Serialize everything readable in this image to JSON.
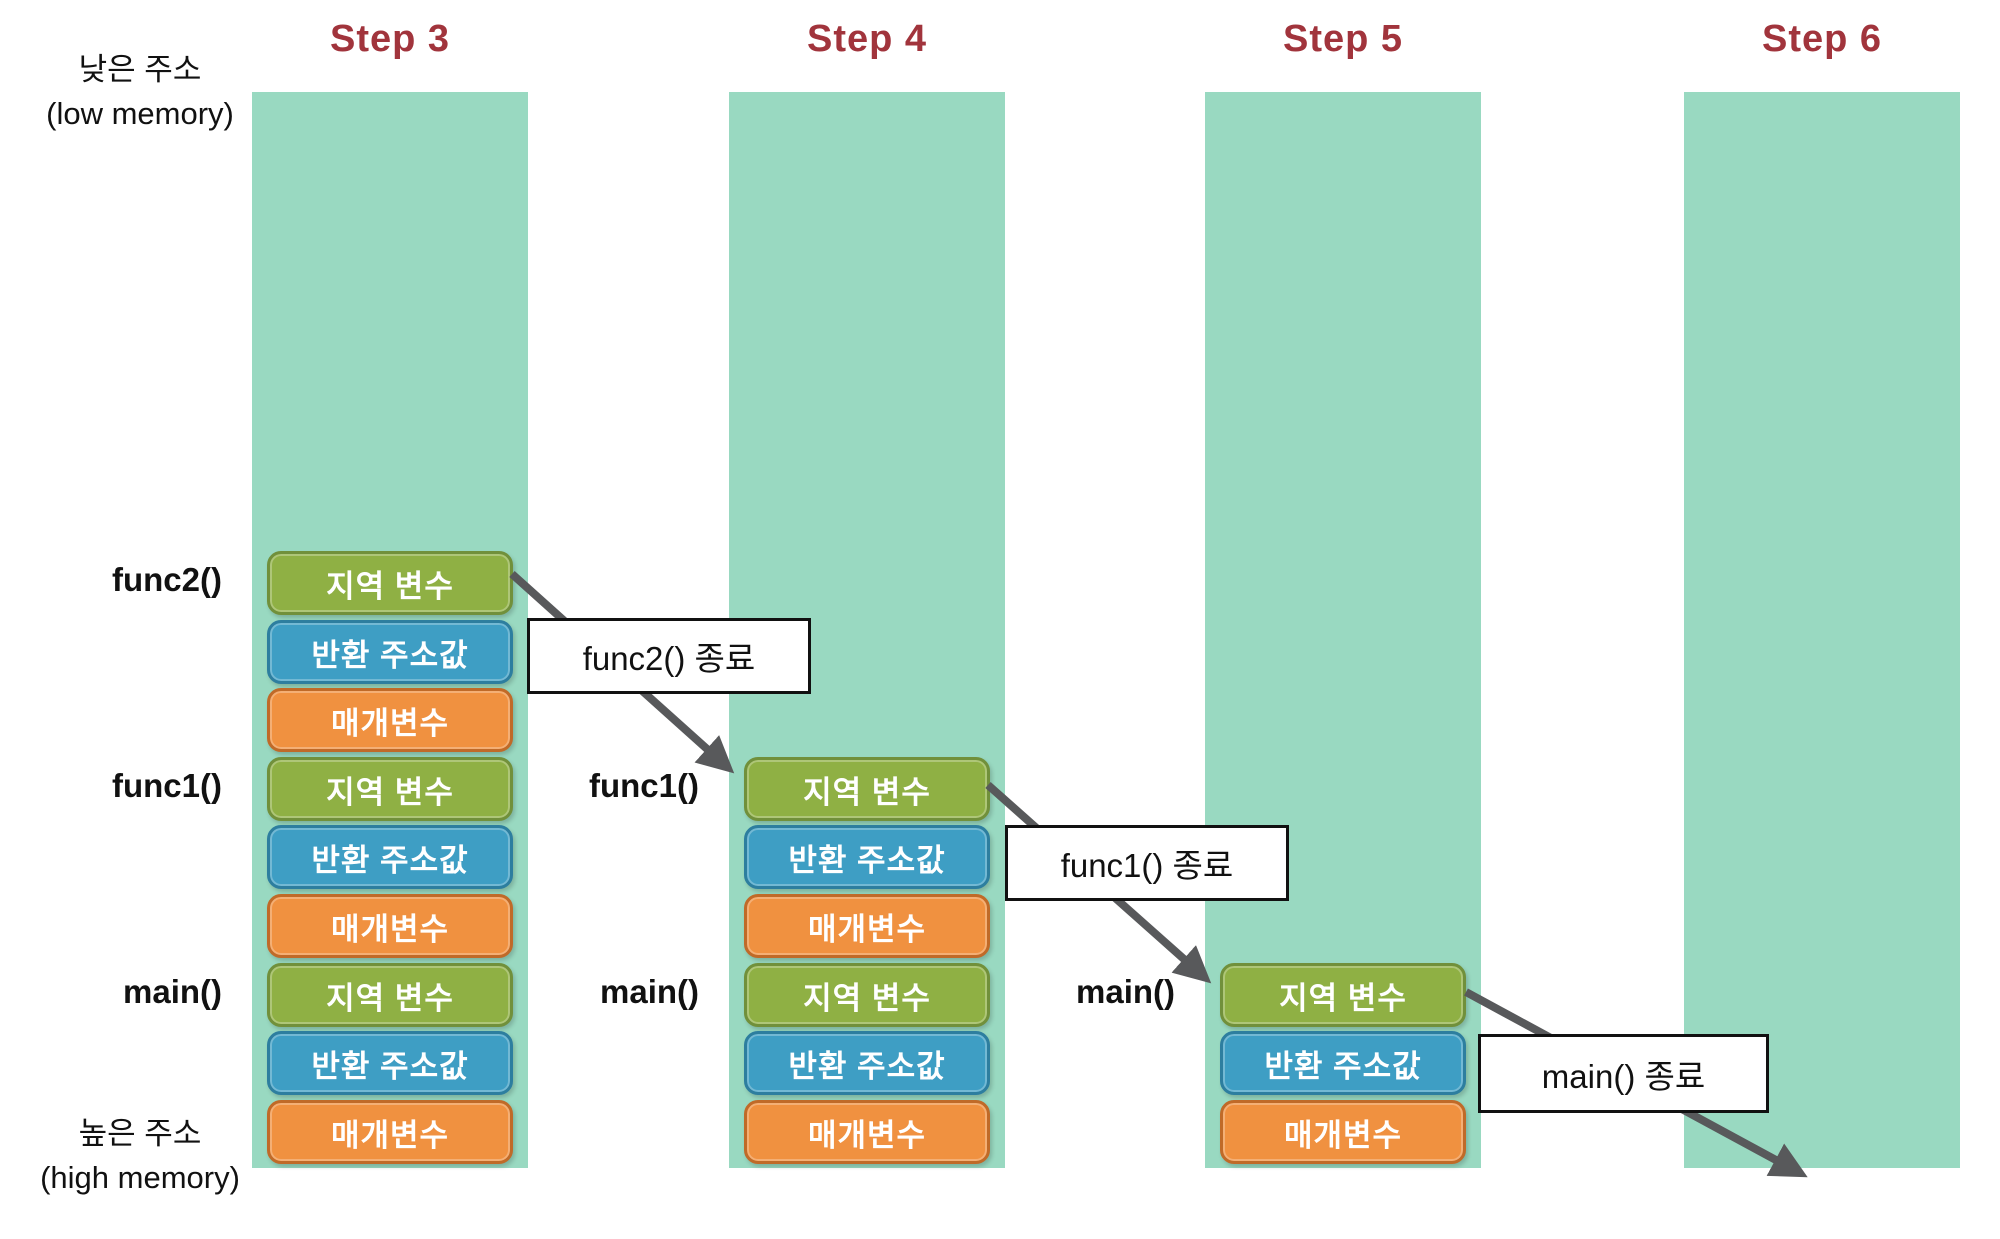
{
  "colors": {
    "bar": "#99d9c1",
    "step_title": "#a1343c",
    "local_fill": "#8fb044",
    "local_border": "#71903b",
    "return_fill": "#3e9ec4",
    "return_border": "#2d7e9f",
    "param_fill": "#f09140",
    "param_border": "#c06a28",
    "arrow": "#58595b",
    "callout_border": "#111111",
    "box_text": "#ffffff"
  },
  "memory": {
    "low": {
      "line1": "낮은 주소",
      "line2": "(low memory)"
    },
    "high": {
      "line1": "높은 주소",
      "line2": "(high memory)"
    }
  },
  "columns": [
    {
      "title": "Step 3",
      "frames": [
        {
          "fn": "func2()",
          "boxes": [
            {
              "type": "local",
              "label": "지역 변수"
            },
            {
              "type": "return",
              "label": "반환 주소값"
            },
            {
              "type": "param",
              "label": "매개변수"
            }
          ]
        },
        {
          "fn": "func1()",
          "boxes": [
            {
              "type": "local",
              "label": "지역 변수"
            },
            {
              "type": "return",
              "label": "반환 주소값"
            },
            {
              "type": "param",
              "label": "매개변수"
            }
          ]
        },
        {
          "fn": "main()",
          "boxes": [
            {
              "type": "local",
              "label": "지역 변수"
            },
            {
              "type": "return",
              "label": "반환 주소값"
            },
            {
              "type": "param",
              "label": "매개변수"
            }
          ]
        }
      ]
    },
    {
      "title": "Step 4",
      "frames": [
        {
          "fn": "func1()",
          "boxes": [
            {
              "type": "local",
              "label": "지역 변수"
            },
            {
              "type": "return",
              "label": "반환 주소값"
            },
            {
              "type": "param",
              "label": "매개변수"
            }
          ]
        },
        {
          "fn": "main()",
          "boxes": [
            {
              "type": "local",
              "label": "지역 변수"
            },
            {
              "type": "return",
              "label": "반환 주소값"
            },
            {
              "type": "param",
              "label": "매개변수"
            }
          ]
        }
      ]
    },
    {
      "title": "Step 5",
      "frames": [
        {
          "fn": "main()",
          "boxes": [
            {
              "type": "local",
              "label": "지역 변수"
            },
            {
              "type": "return",
              "label": "반환 주소값"
            },
            {
              "type": "param",
              "label": "매개변수"
            }
          ]
        }
      ]
    },
    {
      "title": "Step 6",
      "frames": []
    }
  ],
  "callouts": [
    {
      "label": "func2() 종료"
    },
    {
      "label": "func1() 종료"
    },
    {
      "label": "main() 종료"
    }
  ]
}
